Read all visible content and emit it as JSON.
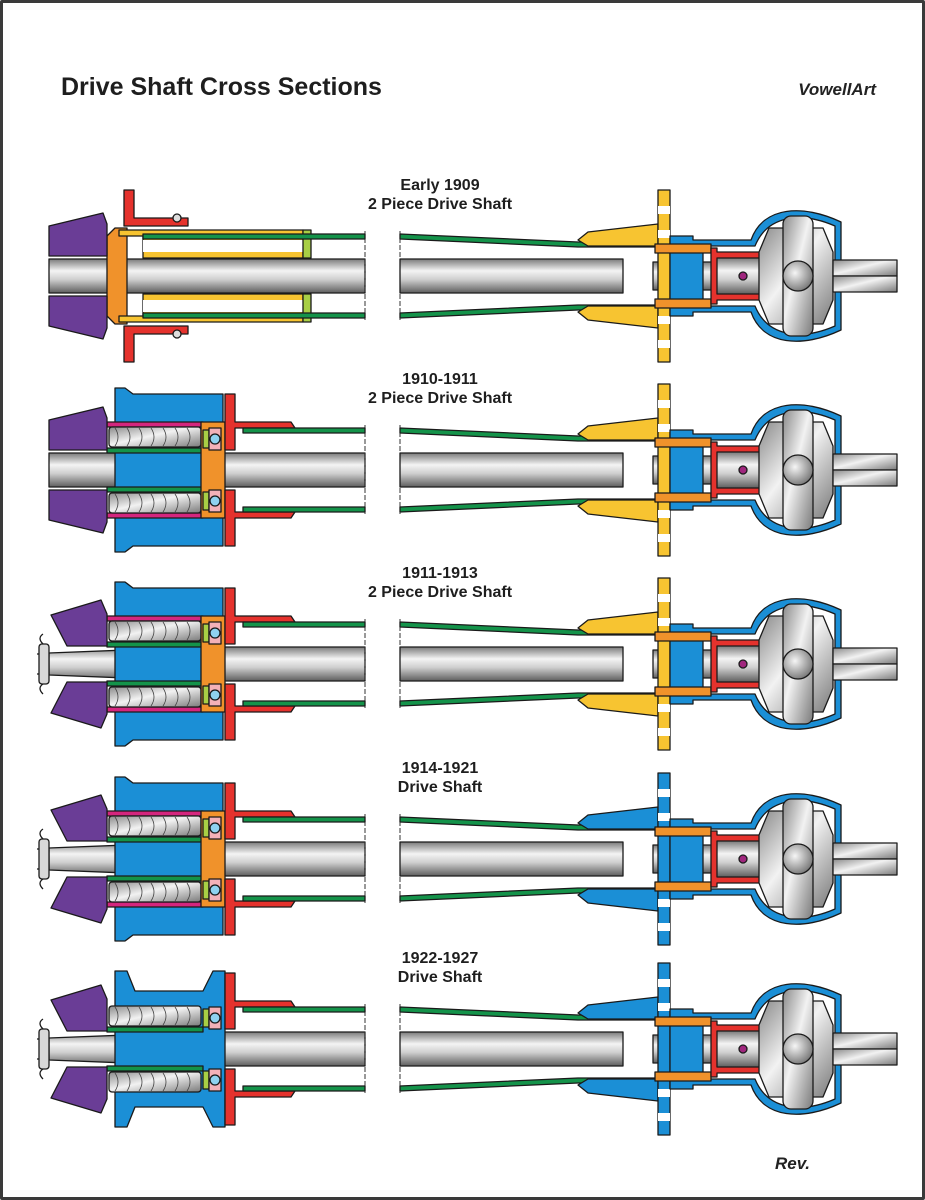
{
  "header": {
    "title": "Drive Shaft Cross Sections",
    "credit": "VowellArt"
  },
  "footer": {
    "revision": "Rev."
  },
  "colors": {
    "outline": "#1a1a1a",
    "purple_pinion": "#6a3d96",
    "orange": "#f0922b",
    "yellow": "#f7c431",
    "red": "#e5322d",
    "green_tube": "#14934a",
    "lime": "#a8cf45",
    "blue_housing": "#1b8fd6",
    "magenta_sleeve": "#d4267e",
    "pink_race": "#f3b1b8",
    "bearing_ball": "#8fd2f0",
    "shaft_light": "#f2f2f2",
    "shaft_dark": "#6e6e6e",
    "pin": "#a0267e"
  },
  "sections": [
    {
      "id": "early-1909",
      "line1": "Early 1909",
      "line2": "2 Piece Drive Shaft",
      "front": "sleeve-1909",
      "rear_flange": "yellow",
      "nut": false
    },
    {
      "id": "1910-1911",
      "line1": "1910-1911",
      "line2": "2 Piece Drive Shaft",
      "front": "roller-bearing",
      "rear_flange": "yellow",
      "nut": false
    },
    {
      "id": "1911-1913",
      "line1": "1911-1913",
      "line2": "2 Piece Drive Shaft",
      "front": "roller-bearing",
      "rear_flange": "yellow",
      "nut": true
    },
    {
      "id": "1914-1921",
      "line1": "1914-1921",
      "line2": "Drive Shaft",
      "front": "roller-bearing",
      "rear_flange": "blue",
      "nut": true
    },
    {
      "id": "1922-1927",
      "line1": "1922-1927",
      "line2": "Drive Shaft",
      "front": "flanged-spool",
      "rear_flange": "blue",
      "nut": true
    }
  ]
}
